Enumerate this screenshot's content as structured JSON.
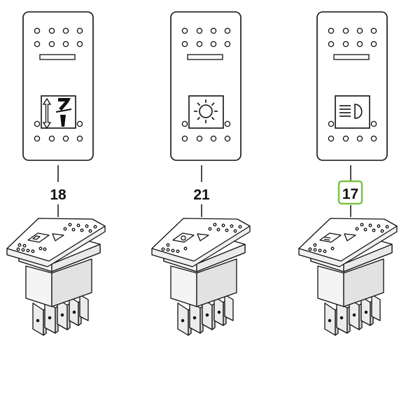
{
  "diagram": {
    "parts": [
      {
        "number": "18",
        "symbol": "tilt-up-down-icon",
        "highlighted": false
      },
      {
        "number": "21",
        "symbol": "work-light-icon",
        "highlighted": false
      },
      {
        "number": "17",
        "symbol": "headlight-icon",
        "highlighted": true
      }
    ]
  },
  "colors": {
    "line": "#111111",
    "highlight": "#7cc242",
    "face": "#ffffff",
    "side_light": "#f4f4f4",
    "side_shade": "#e2e2e2"
  }
}
